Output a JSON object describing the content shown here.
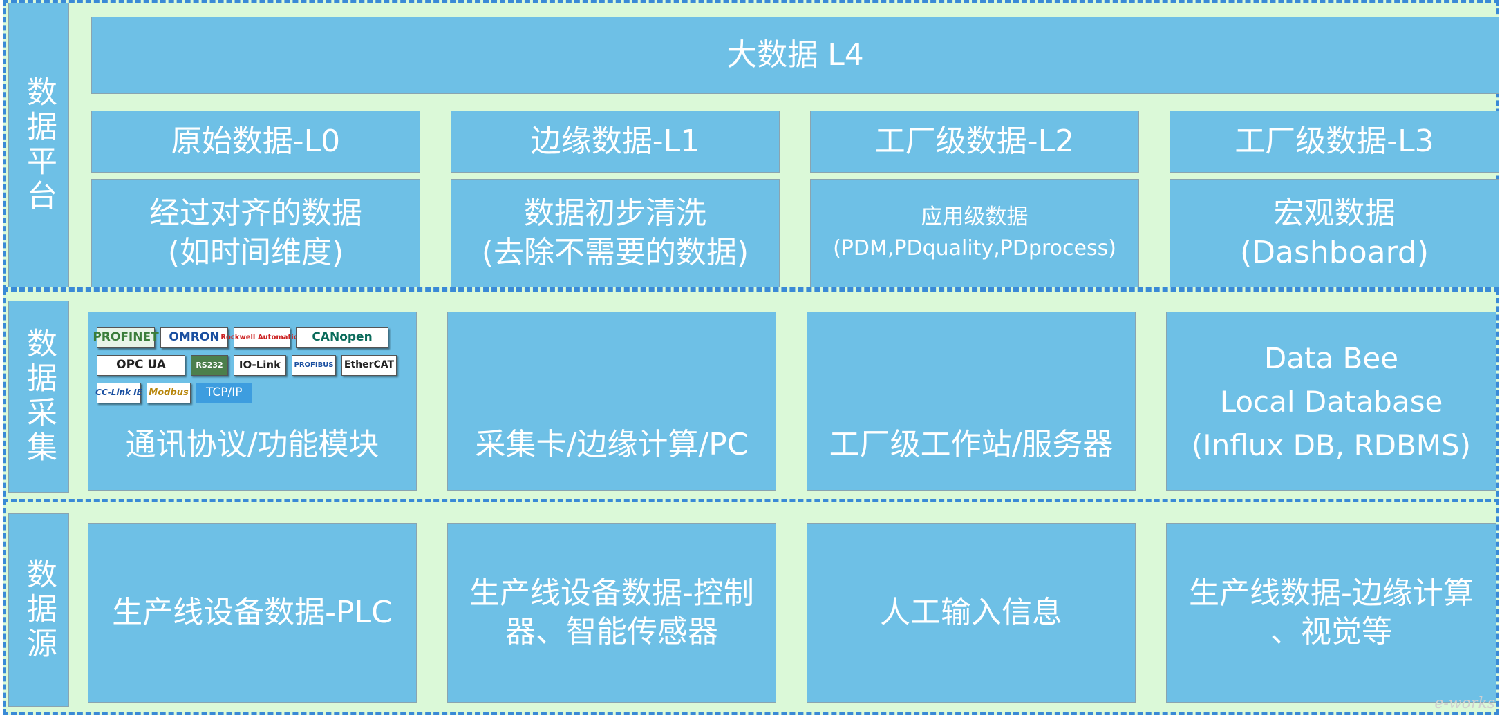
{
  "platform": {
    "side_label": "数据平台",
    "bigdata": "大数据 L4",
    "levels": [
      {
        "title": "原始数据-L0",
        "desc1": "经过对齐的数据",
        "desc2": "(如时间维度)"
      },
      {
        "title": "边缘数据-L1",
        "desc1": "数据初步清洗",
        "desc2": "(去除不需要的数据)"
      },
      {
        "title": "工厂级数据-L2",
        "desc1": "应用级数据",
        "desc2": "(PDM,PDquality,PDprocess)"
      },
      {
        "title": "工厂级数据-L3",
        "desc1": "宏观数据",
        "desc2": "(Dashboard)"
      }
    ]
  },
  "collection": {
    "side_label": "数据采集",
    "comm_label": "通讯协议/功能模块",
    "logos": [
      "PROFINET",
      "OMRON",
      "Rockwell Automation",
      "CANopen",
      "OPC UA",
      "RS232",
      "IO-Link",
      "PROFIBUS",
      "EtherCAT",
      "CC-Link IE",
      "Modbus",
      "TCP/IP"
    ],
    "card": "采集卡/边缘计算/PC",
    "server": "工厂级工作站/服务器",
    "db1": "Data Bee",
    "db2": "Local Database",
    "db3": "(Influx DB, RDBMS)"
  },
  "source": {
    "side_label": "数据源",
    "items": [
      {
        "line1": "生产线设备数据-PLC",
        "line2": ""
      },
      {
        "line1": "生产线设备数据-控制",
        "line2": "器、智能传感器"
      },
      {
        "line1": "人工输入信息",
        "line2": ""
      },
      {
        "line1": "生产线数据-边缘计算",
        "line2": "、视觉等"
      }
    ]
  },
  "watermark": "e-works",
  "colors": {
    "box": "#6ec0e6",
    "section_bg": "#dbf9d8",
    "dash": "#3a8ad6",
    "tcp": "#3d9ddf"
  }
}
